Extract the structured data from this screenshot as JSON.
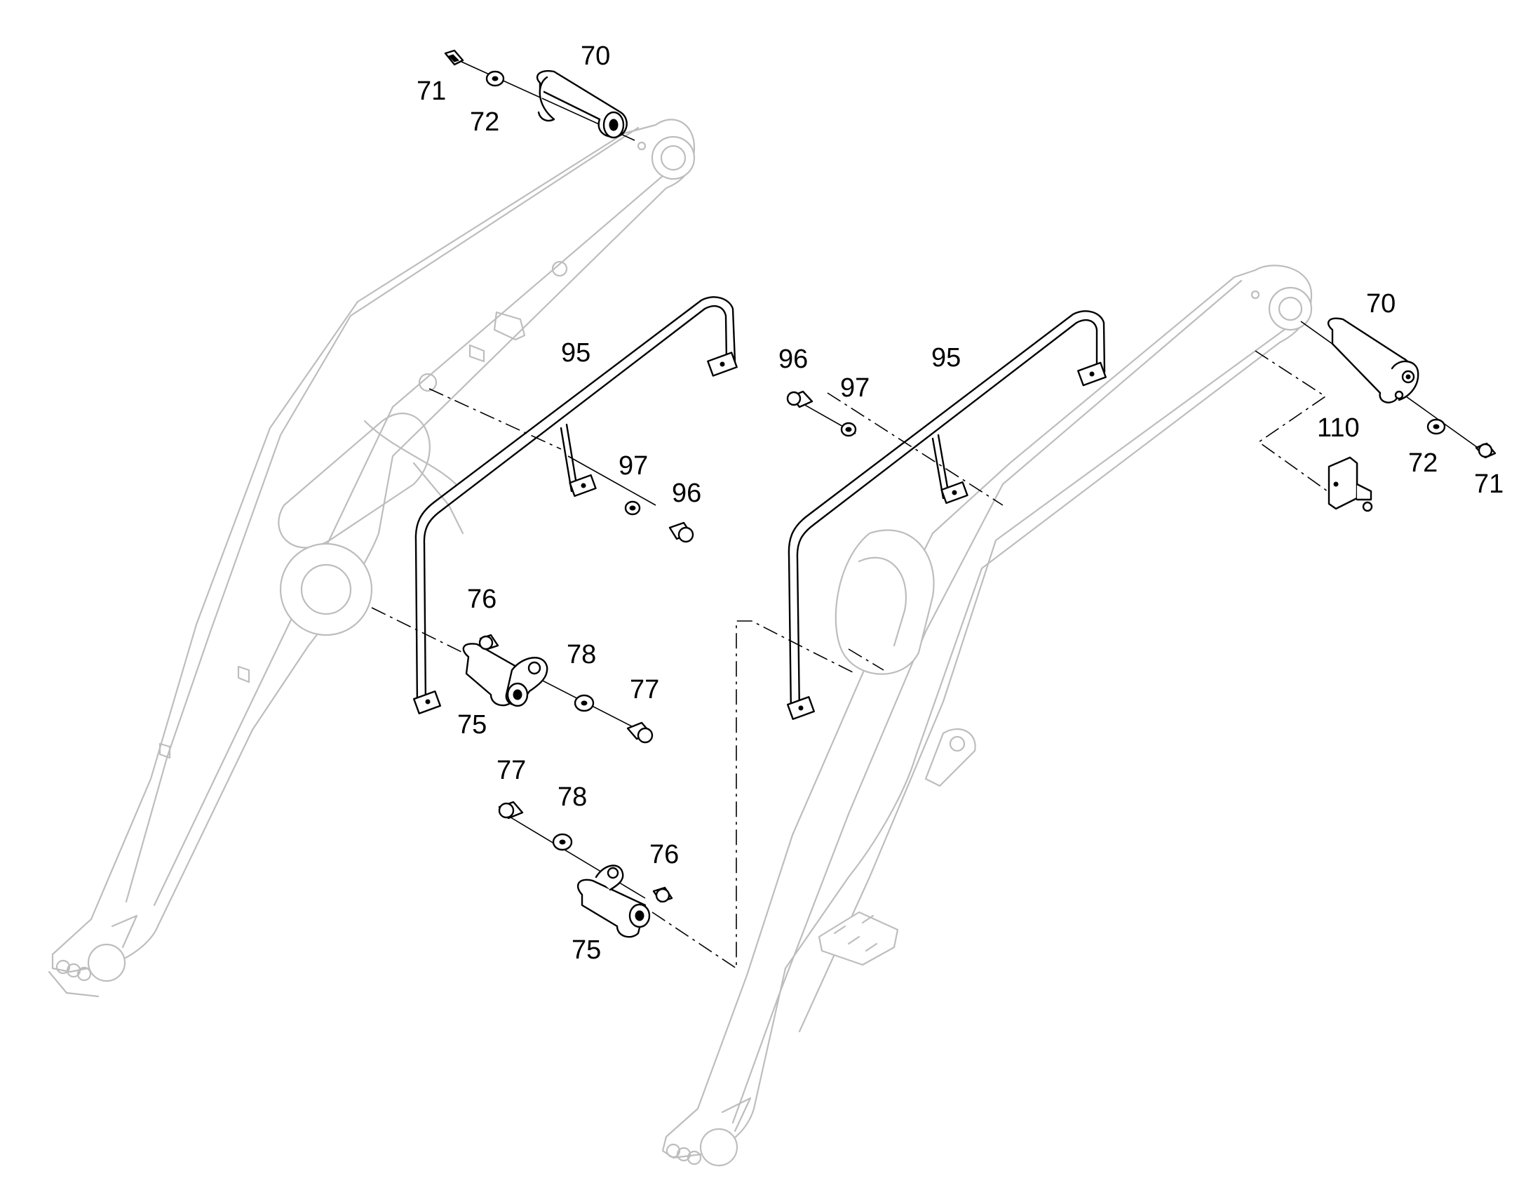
{
  "diagram": {
    "callouts": [
      {
        "id": "c70a",
        "text": "70"
      },
      {
        "id": "c71a",
        "text": "71"
      },
      {
        "id": "c72a",
        "text": "72"
      },
      {
        "id": "c95a",
        "text": "95"
      },
      {
        "id": "c97a",
        "text": "97"
      },
      {
        "id": "c96a",
        "text": "96"
      },
      {
        "id": "c76a",
        "text": "76"
      },
      {
        "id": "c78a",
        "text": "78"
      },
      {
        "id": "c77a",
        "text": "77"
      },
      {
        "id": "c75a",
        "text": "75"
      },
      {
        "id": "c77b",
        "text": "77"
      },
      {
        "id": "c78b",
        "text": "78"
      },
      {
        "id": "c76b",
        "text": "76"
      },
      {
        "id": "c75b",
        "text": "75"
      },
      {
        "id": "c96b",
        "text": "96"
      },
      {
        "id": "c97b",
        "text": "97"
      },
      {
        "id": "c95b",
        "text": "95"
      },
      {
        "id": "c70b",
        "text": "70"
      },
      {
        "id": "c110",
        "text": "110"
      },
      {
        "id": "c72b",
        "text": "72"
      },
      {
        "id": "c71b",
        "text": "71"
      }
    ],
    "colors": {
      "background": "#ffffff",
      "ghost_outline": "#bdbdbd",
      "part_outline": "#000000"
    }
  }
}
